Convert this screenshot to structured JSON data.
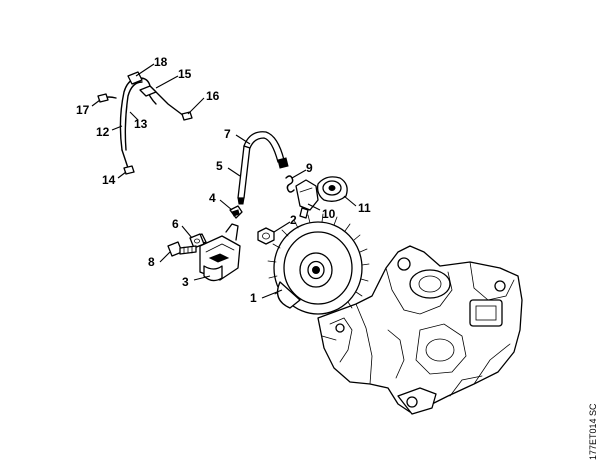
{
  "drawing_code": "177ET014 SC",
  "callouts": [
    {
      "id": "1",
      "label": "1"
    },
    {
      "id": "2",
      "label": "2"
    },
    {
      "id": "3",
      "label": "3"
    },
    {
      "id": "4",
      "label": "4"
    },
    {
      "id": "5",
      "label": "5"
    },
    {
      "id": "6",
      "label": "6"
    },
    {
      "id": "7",
      "label": "7"
    },
    {
      "id": "8",
      "label": "8"
    },
    {
      "id": "9",
      "label": "9"
    },
    {
      "id": "10",
      "label": "10"
    },
    {
      "id": "11",
      "label": "11"
    },
    {
      "id": "12",
      "label": "12"
    },
    {
      "id": "13",
      "label": "13"
    },
    {
      "id": "14",
      "label": "14"
    },
    {
      "id": "15",
      "label": "15"
    },
    {
      "id": "16",
      "label": "16"
    },
    {
      "id": "17",
      "label": "17"
    },
    {
      "id": "18",
      "label": "18"
    }
  ],
  "parts": [
    "flywheel",
    "nut",
    "ignition-module",
    "spark-plug-terminal",
    "ignition-lead",
    "screw",
    "ignition-lead-hose",
    "spline-screw",
    "spring",
    "spark-plug-boot",
    "spark-plug-cap",
    "short-circuit-wire",
    "wire-grommet",
    "ground-terminal",
    "wire-clip",
    "terminal-tab",
    "contact-spring",
    "wiring-harness",
    "crankcase"
  ]
}
